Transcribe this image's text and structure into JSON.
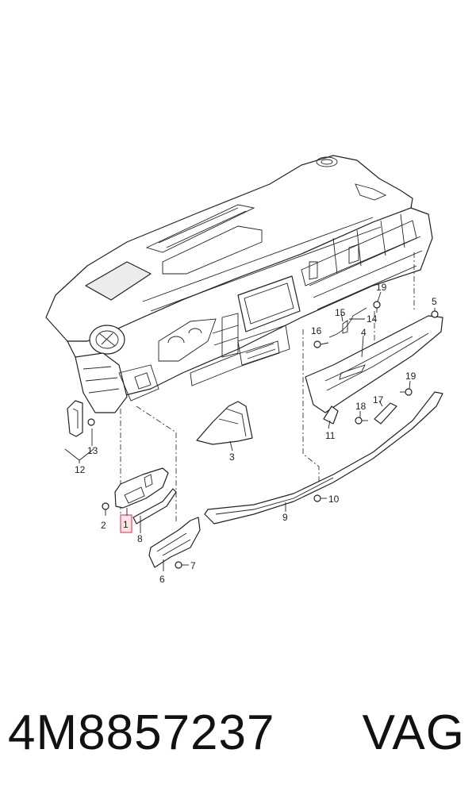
{
  "callouts": [
    "1",
    "2",
    "3",
    "4",
    "5",
    "6",
    "7",
    "8",
    "9",
    "10",
    "11",
    "12",
    "13",
    "14",
    "15",
    "16",
    "17",
    "18",
    "19",
    "19"
  ],
  "caption": {
    "part_number": "4M8857237",
    "brand": "VAG"
  },
  "colors": {
    "highlight_fill": "#fbe3e6",
    "highlight_stroke": "#e24a63",
    "line": "#222222"
  }
}
